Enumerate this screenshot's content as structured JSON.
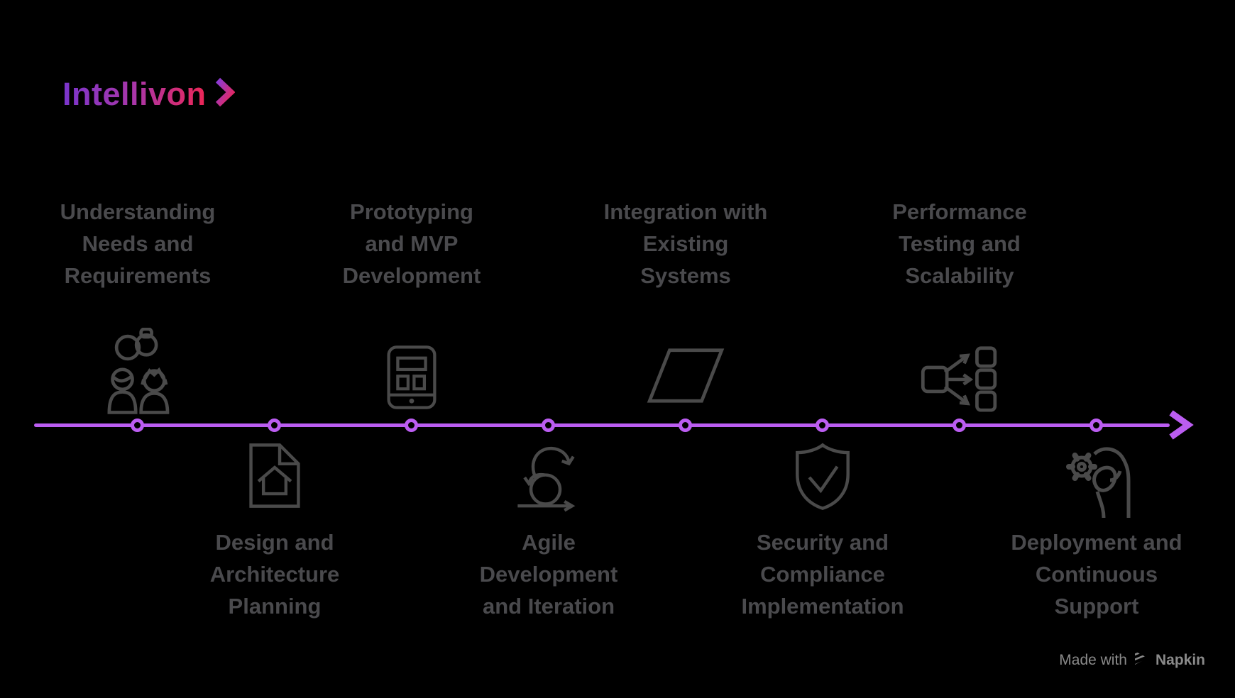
{
  "logo": {
    "text": "Intellivon",
    "chevron_icon": "chevron-right-icon",
    "gradient_start": "#7a35cc",
    "gradient_end": "#ed2656"
  },
  "colors": {
    "background": "#000000",
    "timeline_purple": "#bb5df1",
    "label_text": "#4a4a4d",
    "icon_stroke": "#4a4a4a",
    "footer_text": "#8a8a8a"
  },
  "timeline": {
    "type": "horizontal-arrow-timeline",
    "direction": "left-to-right",
    "node_count": 8
  },
  "milestones": [
    {
      "label": "Understanding\nNeeds and\nRequirements",
      "icon": "team-collaboration-icon",
      "side": "above"
    },
    {
      "label": "Design and\nArchitecture\nPlanning",
      "icon": "blueprint-document-icon",
      "side": "below"
    },
    {
      "label": "Prototyping\nand MVP\nDevelopment",
      "icon": "mobile-wireframe-icon",
      "side": "above"
    },
    {
      "label": "Agile\nDevelopment\nand Iteration",
      "icon": "agile-sprint-icon",
      "side": "below"
    },
    {
      "label": "Integration with\nExisting\nSystems",
      "icon": "parallelogram-icon",
      "side": "above"
    },
    {
      "label": "Security and\nCompliance\nImplementation",
      "icon": "shield-check-icon",
      "side": "below"
    },
    {
      "label": "Performance\nTesting and\nScalability",
      "icon": "scale-out-icon",
      "side": "above"
    },
    {
      "label": "Deployment and\nContinuous\nSupport",
      "icon": "hand-gear-icon",
      "side": "below"
    }
  ],
  "footer": {
    "made_with": "Made with",
    "brand": "Napkin",
    "icon": "napkin-logo-icon"
  }
}
